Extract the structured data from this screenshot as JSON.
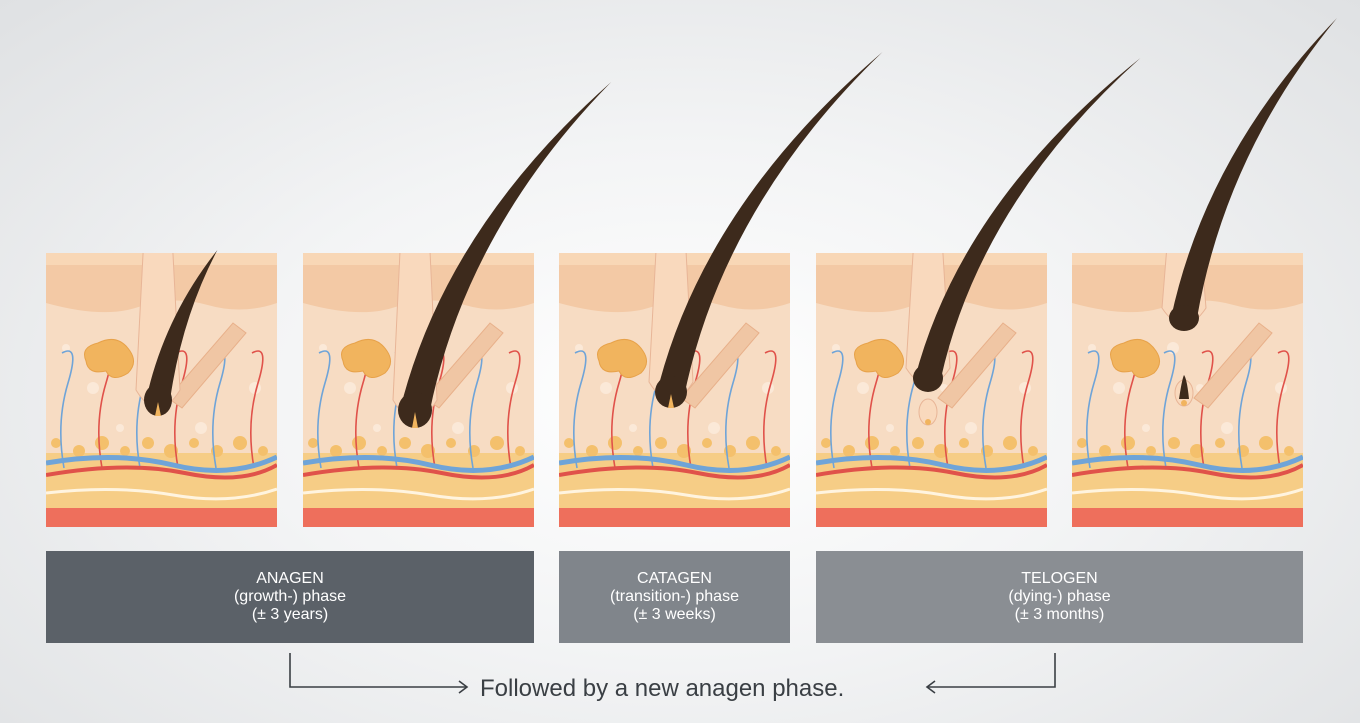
{
  "colors": {
    "hair": "#3d2a1c",
    "epidermis": "#f3c9a5",
    "dermis": "#f7dcc3",
    "gland": "#f1b45e",
    "muscle": "#f0c6a4",
    "vein": "#6fa4d8",
    "artery": "#e0524a",
    "fat": "#f6cd86",
    "base": "#ee6f5c",
    "anagen_box": "#5b6168",
    "catagen_box": "#80858b",
    "telogen_box": "#8a8e93"
  },
  "phases": [
    {
      "name": "ANAGEN",
      "description": "(growth-) phase",
      "duration": "(± 3 years)"
    },
    {
      "name": "CATAGEN",
      "description": "(transition-) phase",
      "duration": "(± 3 weeks)"
    },
    {
      "name": "TELOGEN",
      "description": "(dying-) phase",
      "duration": "(± 3 months)"
    }
  ],
  "footer": {
    "note": "Followed by a new anagen phase."
  }
}
